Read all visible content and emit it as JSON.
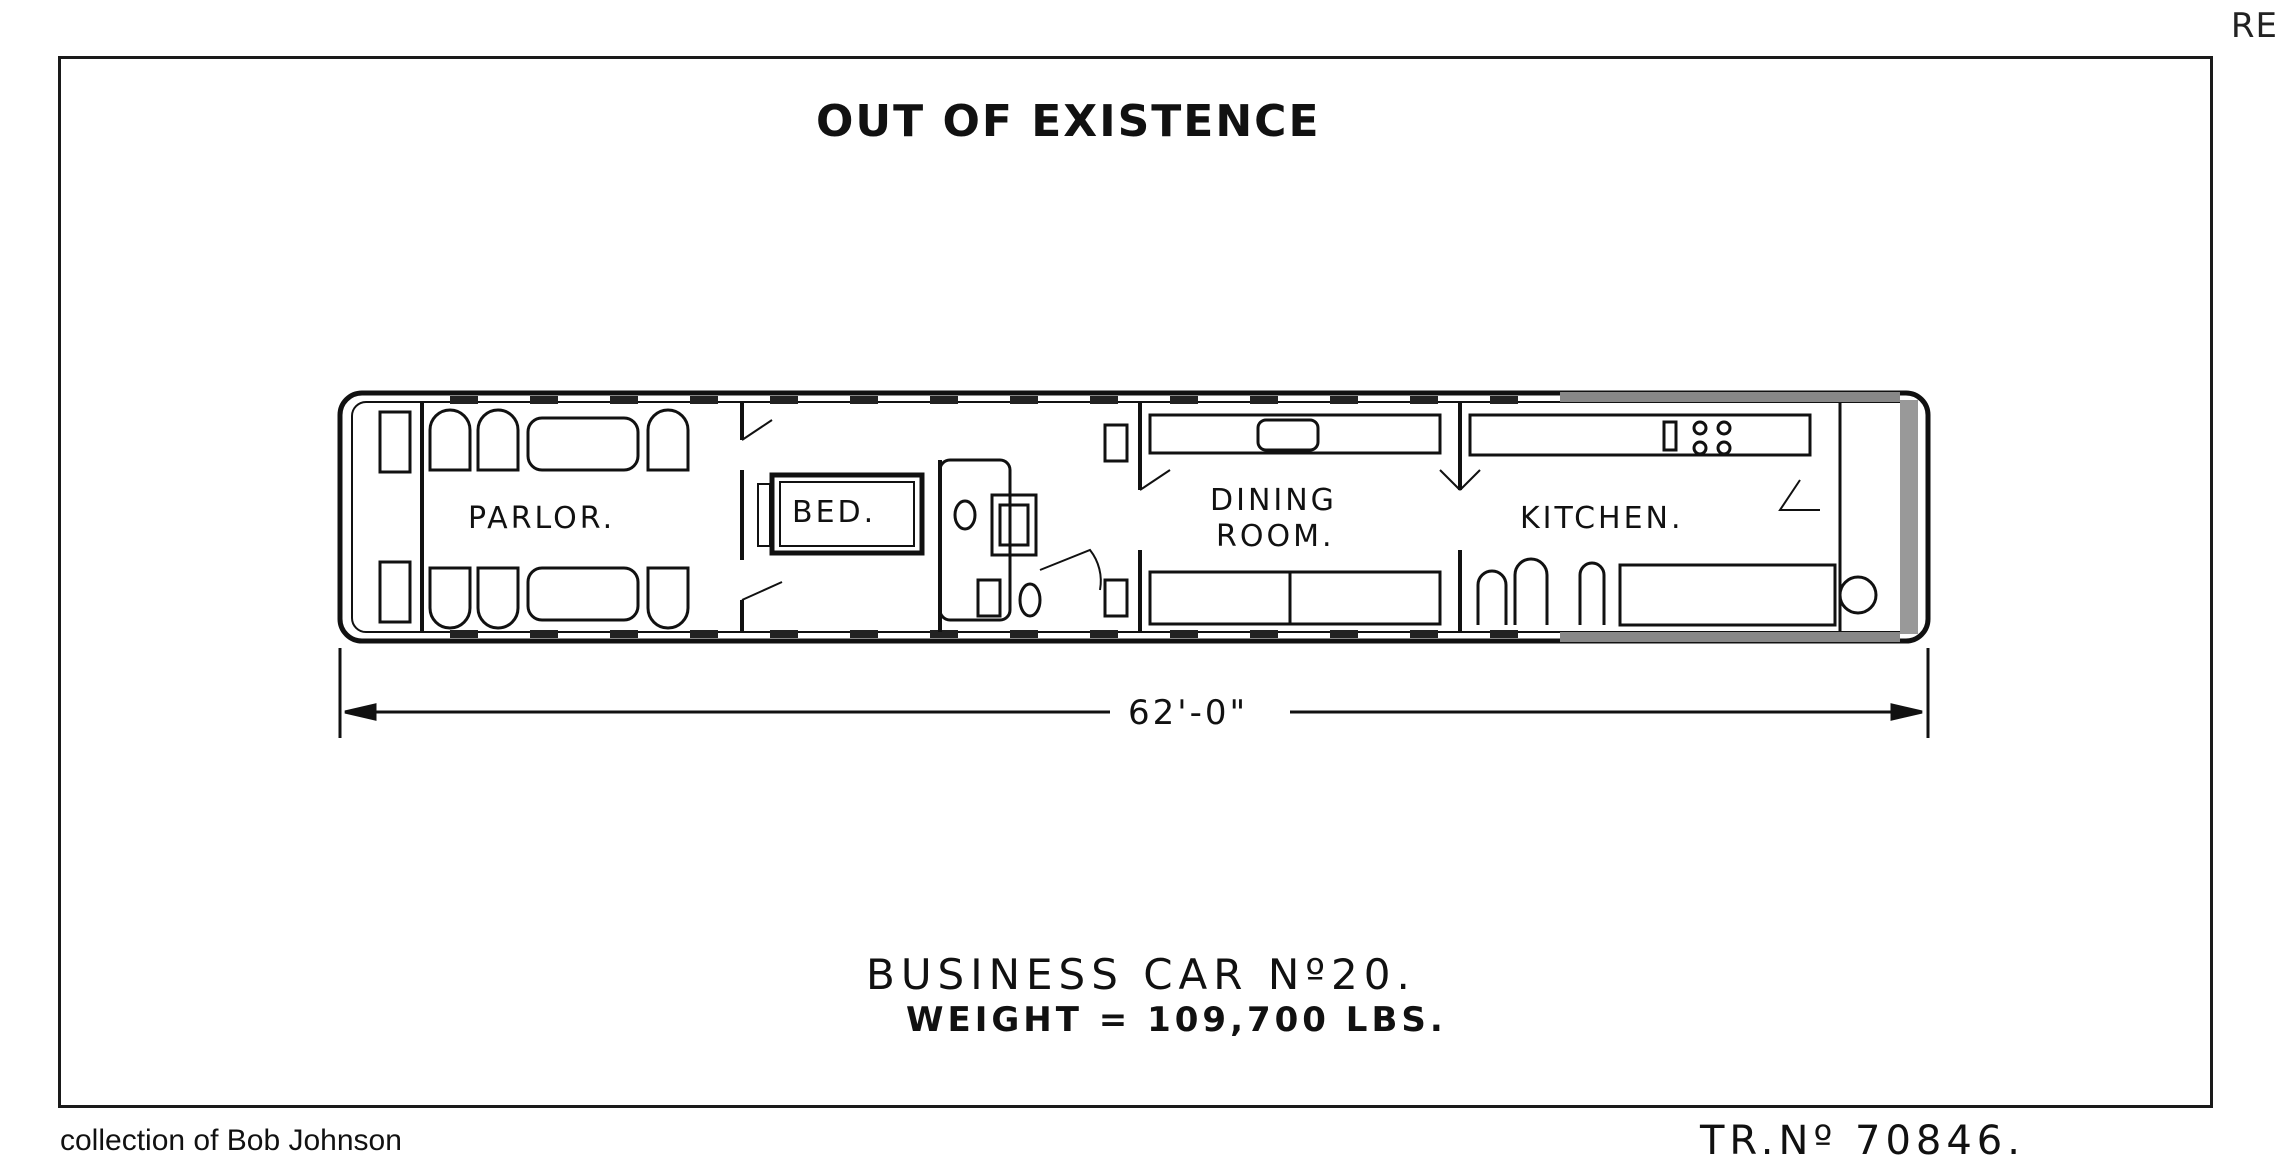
{
  "corner_mark": "RE",
  "title": "OUT OF EXISTENCE",
  "rooms": {
    "parlor": "PARLOR.",
    "bed": "BED.",
    "dining_line1": "DINING",
    "dining_line2": "ROOM.",
    "kitchen": "KITCHEN."
  },
  "dimension": "62'-0\"",
  "caption": {
    "line1": "BUSINESS  CAR Nº20.",
    "line2": "WEIGHT = 109,700 LBS."
  },
  "footer": {
    "collection": "collection of Bob Johnson",
    "tr_number": "TR.Nº 70846."
  }
}
